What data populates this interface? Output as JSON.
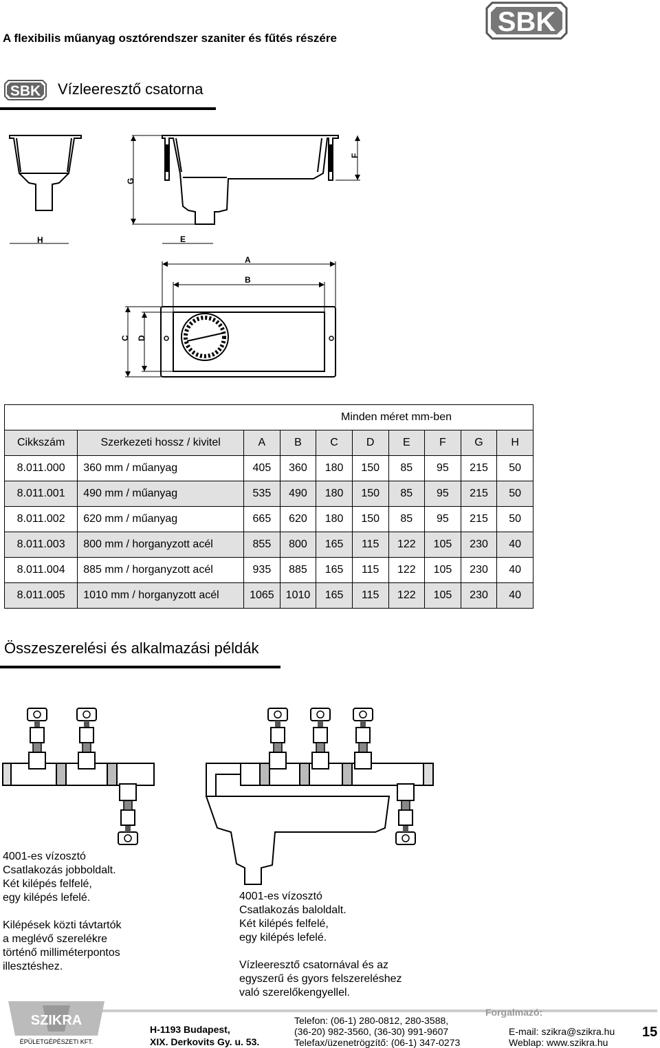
{
  "header": {
    "title": "A flexibilis műanyag osztórendszer szaniter és fűtés részére",
    "logo": "SBK"
  },
  "section": {
    "logo": "SBK",
    "title": "Vízleeresztő csatorna"
  },
  "drawing_labels": {
    "G": "G",
    "F": "F",
    "H": "H",
    "E": "E",
    "A": "A",
    "B": "B",
    "C": "C",
    "D": "D"
  },
  "table": {
    "note": "Minden méret mm-ben",
    "headers": [
      "Cikkszám",
      "Szerkezeti hossz / kivitel",
      "A",
      "B",
      "C",
      "D",
      "E",
      "F",
      "G",
      "H"
    ],
    "rows": [
      [
        "8.011.000",
        "360 mm / műanyag",
        "405",
        "360",
        "180",
        "150",
        "85",
        "95",
        "215",
        "50"
      ],
      [
        "8.011.001",
        "490 mm / műanyag",
        "535",
        "490",
        "180",
        "150",
        "85",
        "95",
        "215",
        "50"
      ],
      [
        "8.011.002",
        "620 mm / műanyag",
        "665",
        "620",
        "180",
        "150",
        "85",
        "95",
        "215",
        "50"
      ],
      [
        "8.011.003",
        "800 mm / horganyzott acél",
        "855",
        "800",
        "165",
        "115",
        "122",
        "105",
        "230",
        "40"
      ],
      [
        "8.011.004",
        "885 mm / horganyzott acél",
        "935",
        "885",
        "165",
        "115",
        "122",
        "105",
        "230",
        "40"
      ],
      [
        "8.011.005",
        "1010 mm / horganyzott acél",
        "1065",
        "1010",
        "165",
        "115",
        "122",
        "105",
        "230",
        "40"
      ]
    ]
  },
  "examples": {
    "title": "Összeszerelési és alkalmazási példák",
    "caption1": "4001-es vízosztó\nCsatlakozás jobboldalt.\nKét kilépés felfelé,\negy kilépés lefelé.\n\nKilépések közti távtartók\na meglévő szerelékre\ntörténő milliméterpontos\nillesztéshez.",
    "caption2": "4001-es vízosztó\nCsatlakozás baloldalt.\nKét kilépés felfelé,\negy kilépés lefelé.\n\nVízleeresztő csatornával és az\negyszerű és gyors felszereléshez\nvaló szerelőkengyellel."
  },
  "footer": {
    "logo_text": "SZIKRA",
    "logo_sub": "ÉPÜLETGÉPÉSZETI KFT.",
    "address": "H-1193 Budapest,\nXIX. Derkovits Gy. u. 53.",
    "phone": "Telefon: (06-1) 280-0812, 280-3588,\n(36-20) 982-3560, (36-30) 991-9607\nTelefax/üzenetrögzítő: (06-1) 347-0273",
    "distributor": "Forgalmazó:",
    "contact": "E-mail: szikra@szikra.hu\nWeblap: www.szikra.hu",
    "page_number": "15"
  }
}
